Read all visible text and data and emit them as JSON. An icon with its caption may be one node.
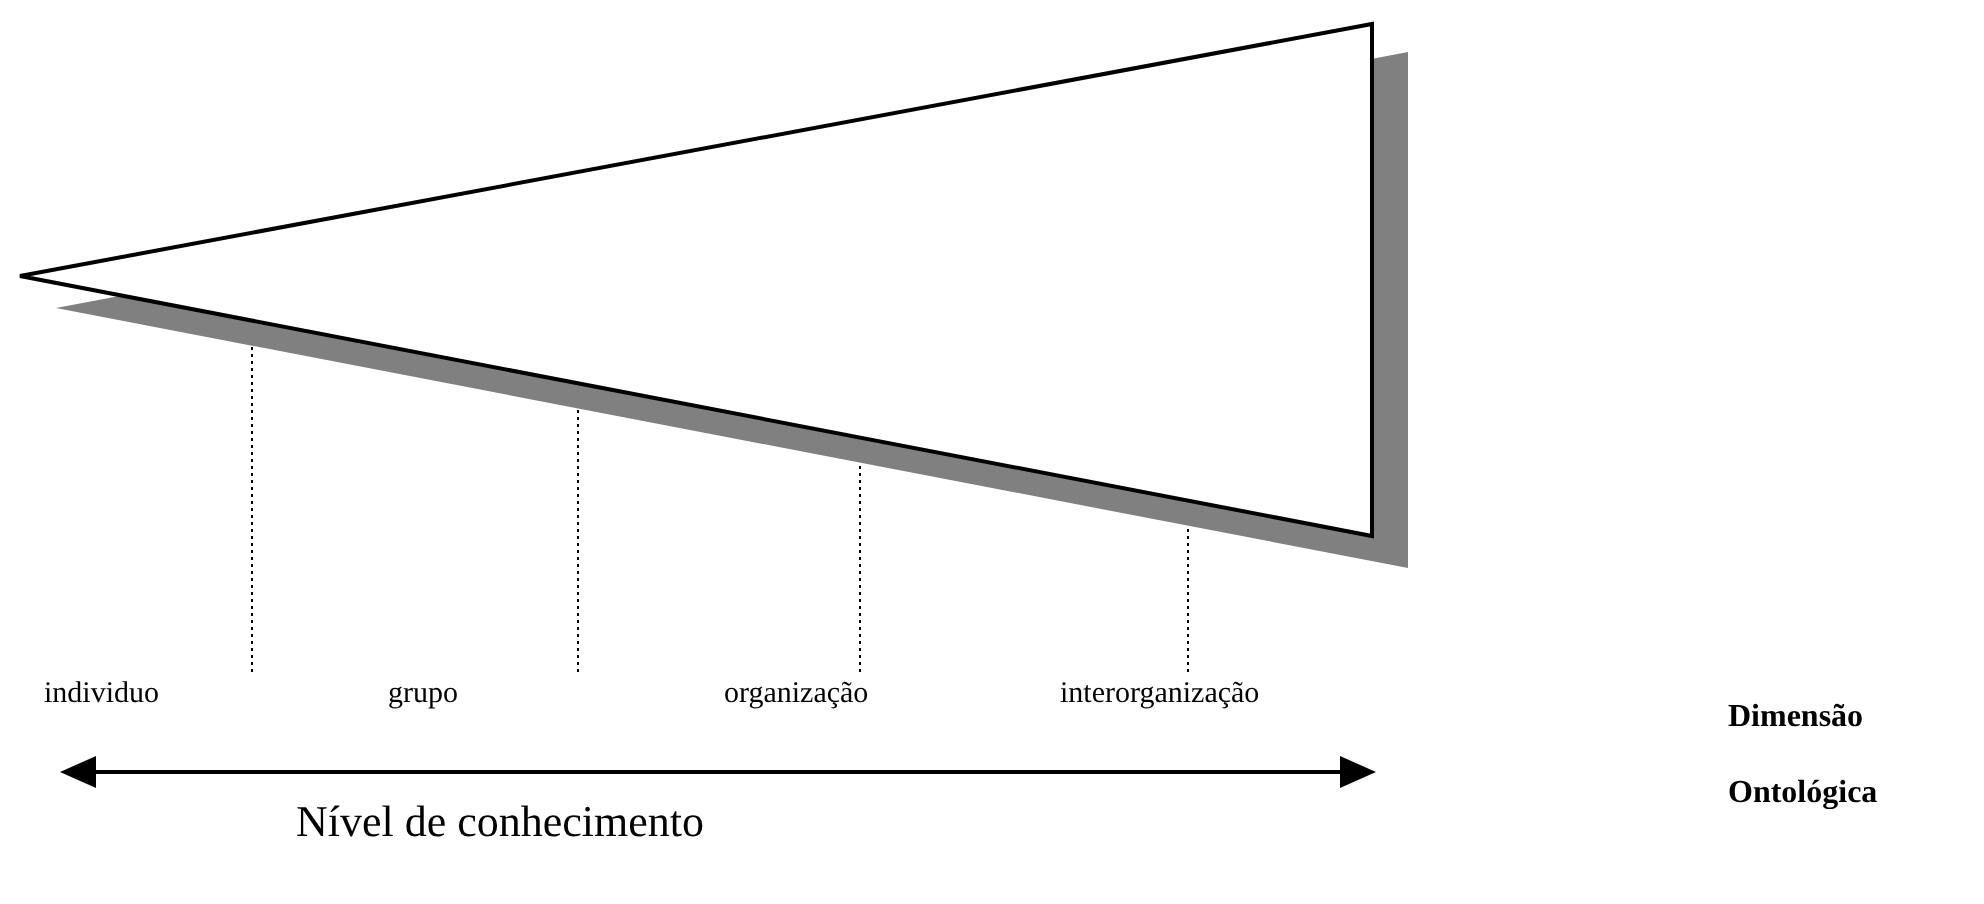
{
  "diagram": {
    "nodes": [
      {
        "text": [],
        "shape": "triangle"
      },
      {
        "text": [
          "individuo"
        ]
      },
      {
        "text": [
          "grupo"
        ]
      },
      {
        "text": [
          "organização"
        ]
      },
      {
        "text": [
          "interorganização"
        ]
      }
    ],
    "edges": [
      {
        "from": 1,
        "to": 0,
        "arrow": "none",
        "style": "dashed"
      },
      {
        "from": 2,
        "to": 0,
        "arrow": "none",
        "style": "dashed"
      },
      {
        "from": 3,
        "to": 0,
        "arrow": "none",
        "style": "dashed"
      },
      {
        "from": 4,
        "to": 0,
        "arrow": "none",
        "style": "dashed"
      }
    ],
    "labels": [
      "Dimensão Ontológica",
      "Nível de conhecimento"
    ]
  }
}
